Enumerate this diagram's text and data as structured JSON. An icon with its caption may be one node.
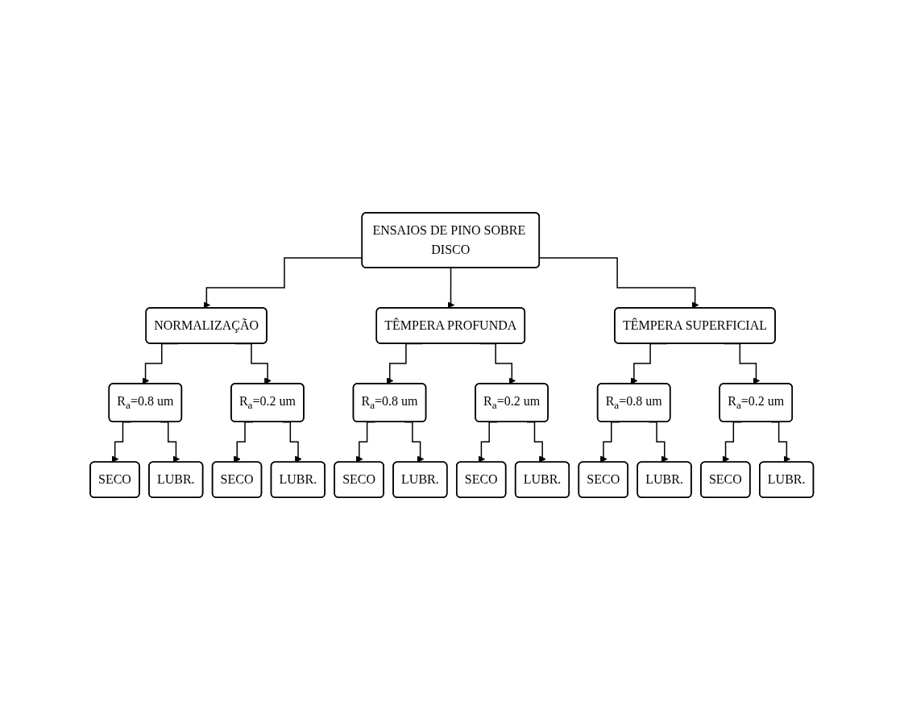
{
  "diagram": {
    "nodes": [
      {
        "text": [
          "ENSAIOS DE PINO SOBRE DISCO"
        ]
      },
      {
        "text": [
          "NORMALIZAÇÃO"
        ]
      },
      {
        "text": [
          "TÊMPERA PROFUNDA"
        ]
      },
      {
        "text": [
          "TÊMPERA SUPERFICIAL"
        ]
      },
      {
        "text": [
          "R$_{a}$=0.8 um"
        ]
      },
      {
        "text": [
          "R$_{a}$=0.2 um"
        ]
      },
      {
        "text": [
          "R$_{a}$=0.8 um"
        ]
      },
      {
        "text": [
          "R$_{a}$=0.2 um"
        ]
      },
      {
        "text": [
          "R$_{a}$=0.8 um"
        ]
      },
      {
        "text": [
          "R$_{a}$=0.2 um"
        ]
      },
      {
        "text": [
          "SECO"
        ]
      },
      {
        "text": [
          "LUBR."
        ]
      },
      {
        "text": [
          "SECO"
        ]
      },
      {
        "text": [
          "LUBR."
        ]
      },
      {
        "text": [
          "SECO"
        ]
      },
      {
        "text": [
          "LUBR."
        ]
      },
      {
        "text": [
          "SECO"
        ]
      },
      {
        "text": [
          "LUBR."
        ]
      },
      {
        "text": [
          "SECO"
        ]
      },
      {
        "text": [
          "LUBR."
        ]
      },
      {
        "text": [
          "SECO"
        ]
      },
      {
        "text": [
          "LUBR."
        ]
      }
    ],
    "edges": [
      {
        "from": 0,
        "to": 1,
        "arrow": "to"
      },
      {
        "from": 0,
        "to": 2,
        "arrow": "to"
      },
      {
        "from": 0,
        "to": 3,
        "arrow": "to"
      },
      {
        "from": 1,
        "to": 4,
        "arrow": "to"
      },
      {
        "from": 1,
        "to": 5,
        "arrow": "to"
      },
      {
        "from": 2,
        "to": 6,
        "arrow": "to"
      },
      {
        "from": 2,
        "to": 7,
        "arrow": "to"
      },
      {
        "from": 3,
        "to": 8,
        "arrow": "to"
      },
      {
        "from": 3,
        "to": 9,
        "arrow": "to"
      },
      {
        "from": 4,
        "to": 10,
        "arrow": "to"
      },
      {
        "from": 4,
        "to": 11,
        "arrow": "to"
      },
      {
        "from": 5,
        "to": 12,
        "arrow": "to"
      },
      {
        "from": 5,
        "to": 13,
        "arrow": "to"
      },
      {
        "from": 6,
        "to": 14,
        "arrow": "to"
      },
      {
        "from": 6,
        "to": 15,
        "arrow": "to"
      },
      {
        "from": 7,
        "to": 16,
        "arrow": "to"
      },
      {
        "from": 7,
        "to": 17,
        "arrow": "to"
      },
      {
        "from": 8,
        "to": 18,
        "arrow": "to"
      },
      {
        "from": 8,
        "to": 19,
        "arrow": "to"
      },
      {
        "from": 9,
        "to": 20,
        "arrow": "to"
      },
      {
        "from": 9,
        "to": 21,
        "arrow": "to"
      }
    ]
  }
}
